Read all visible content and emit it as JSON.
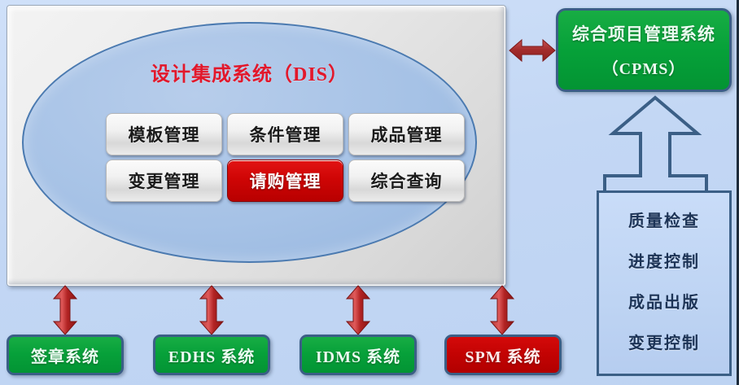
{
  "colors": {
    "background": "#c4d8f5",
    "panel_grey": "#ebebeb",
    "ellipse_blue": "#a6c2e6",
    "title_red": "#e2182b",
    "module_red": "#cf0505",
    "system_green": "#07a13a",
    "system_red": "#c40303",
    "border_blue": "#3b5f86",
    "arrow_red": "#a83232",
    "quality_text": "#1c3356"
  },
  "dis": {
    "title": "设计集成系统（DIS）",
    "modules": [
      {
        "label": "模板管理",
        "highlighted": false
      },
      {
        "label": "条件管理",
        "highlighted": false
      },
      {
        "label": "成品管理",
        "highlighted": false
      },
      {
        "label": "变更管理",
        "highlighted": false
      },
      {
        "label": "请购管理",
        "highlighted": true
      },
      {
        "label": "综合查询",
        "highlighted": false
      }
    ]
  },
  "cpms": {
    "line1": "综合项目管理系统",
    "line2": "（CPMS）"
  },
  "quality": {
    "items": [
      "质量检查",
      "进度控制",
      "成品出版",
      "变更控制"
    ]
  },
  "systems": [
    {
      "label": "签章系统",
      "color": "green"
    },
    {
      "label": "EDHS 系统",
      "color": "green"
    },
    {
      "label": "IDMS 系统",
      "color": "green"
    },
    {
      "label": "SPM 系统",
      "color": "red"
    }
  ],
  "connectors": {
    "dis_cpms": "horizontal-double-arrow",
    "quality_cpms": "outline-up-arrow",
    "dis_systems": "vertical-double-arrow"
  }
}
